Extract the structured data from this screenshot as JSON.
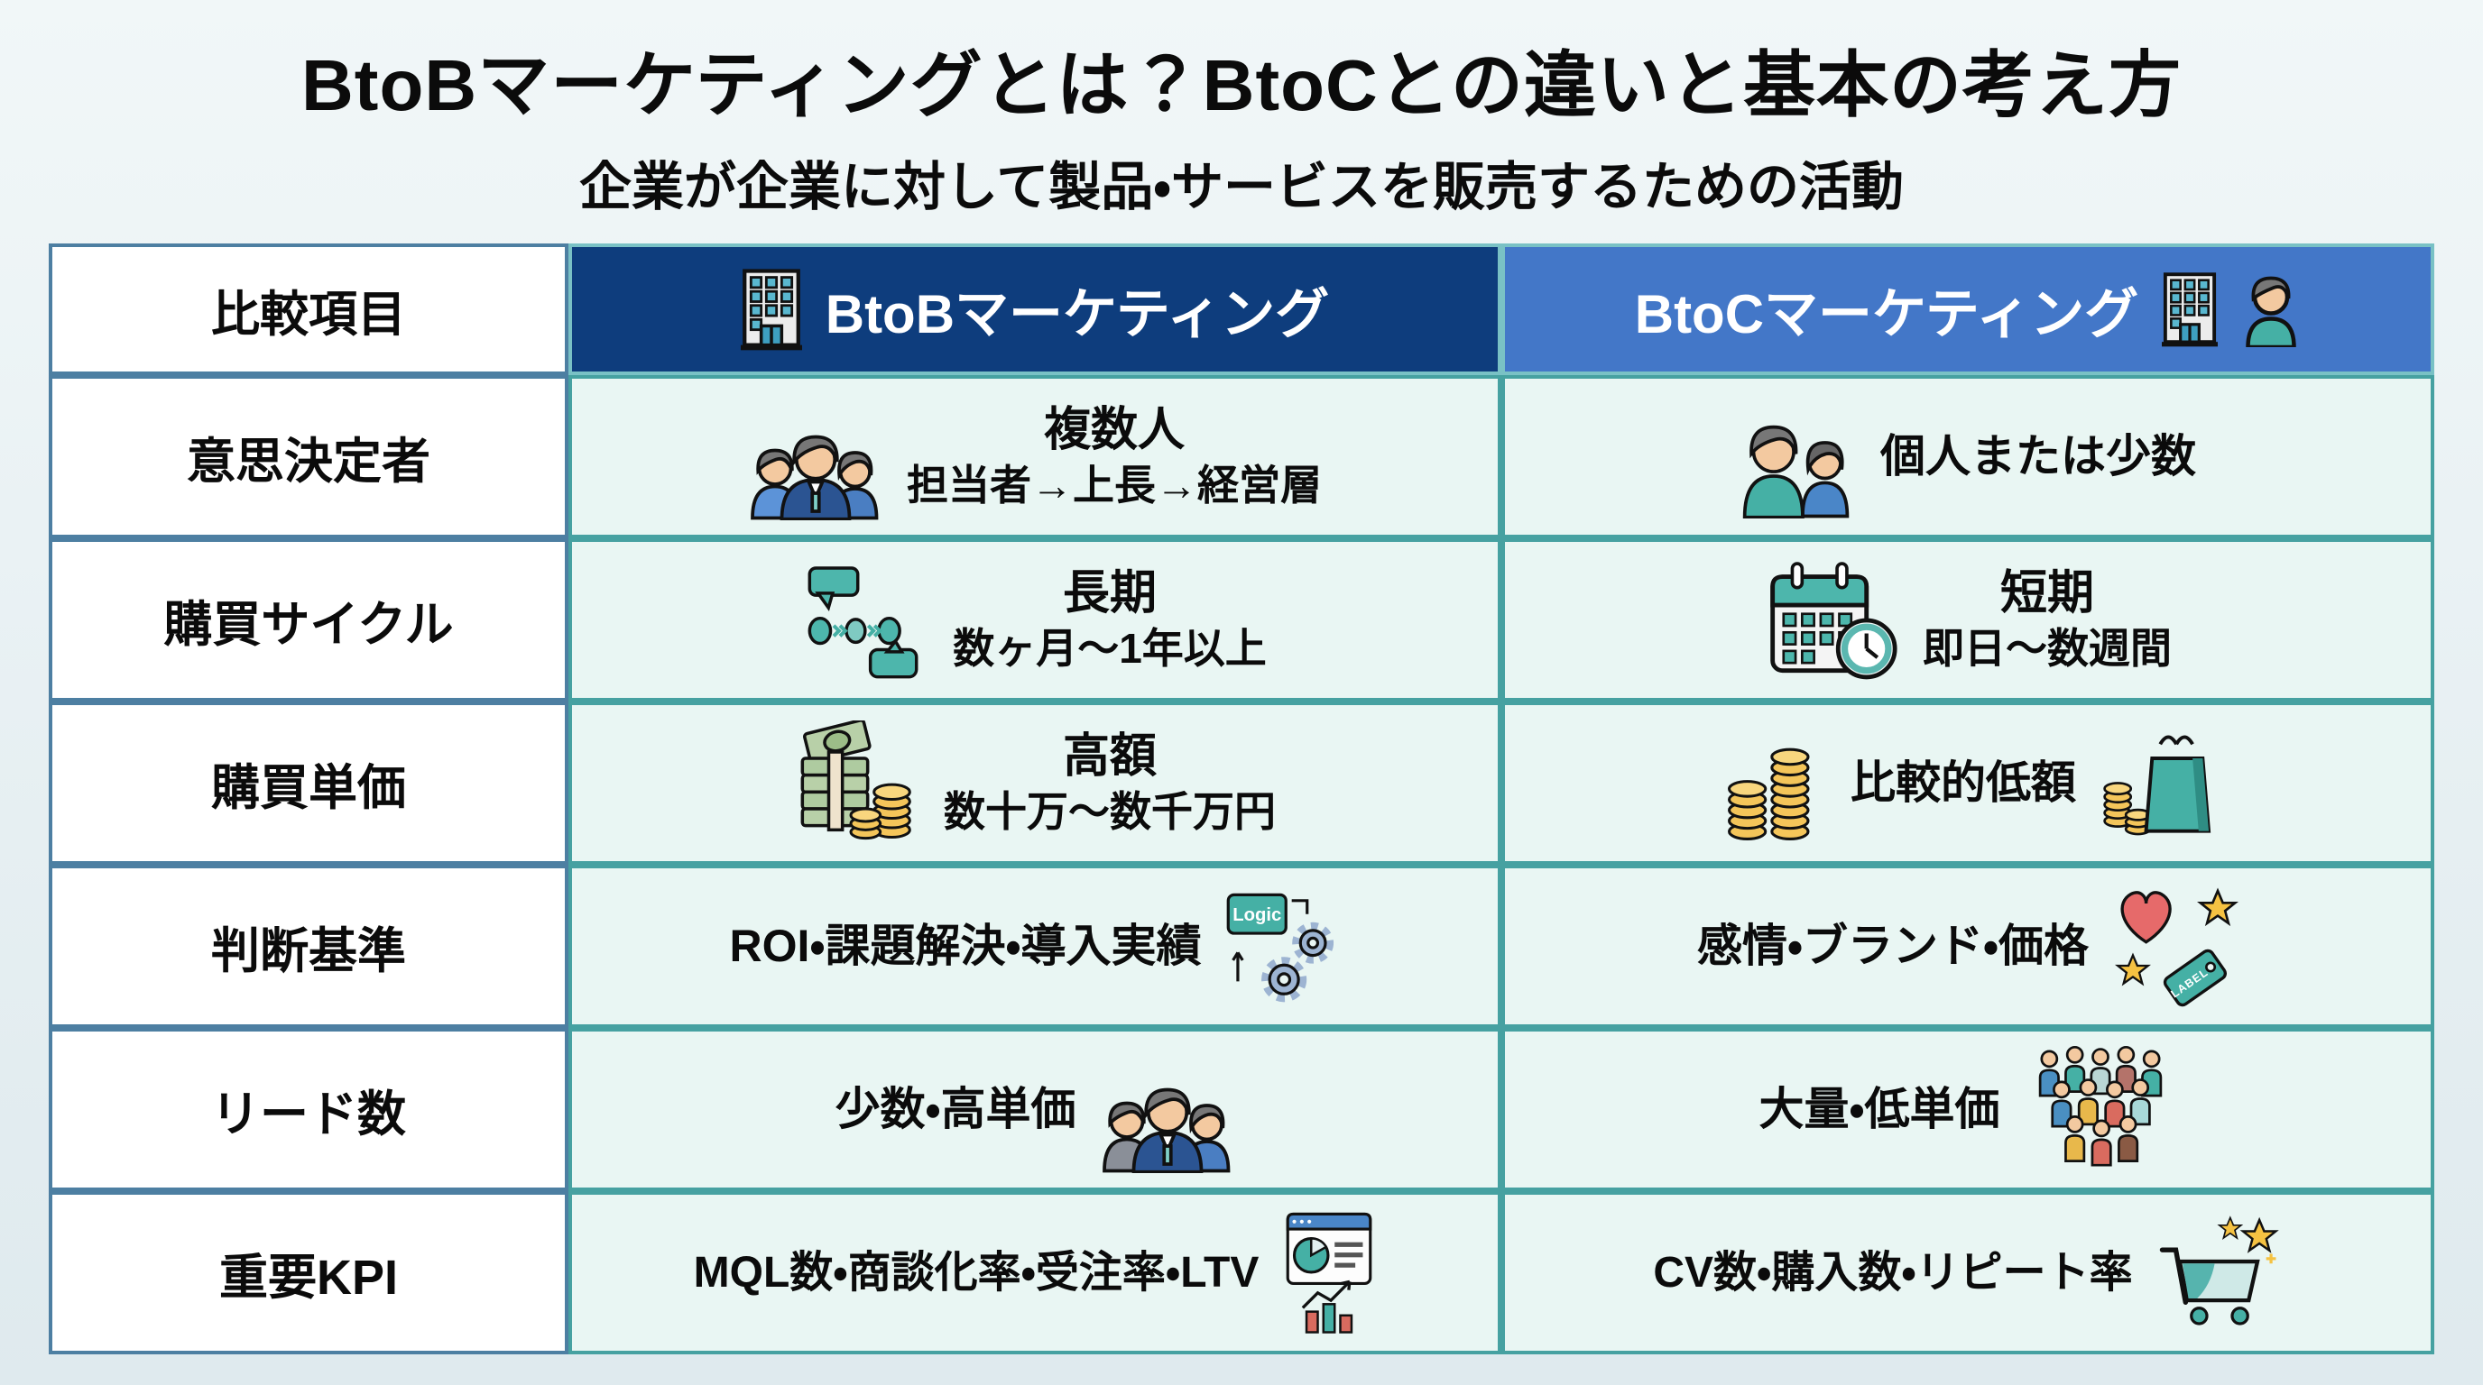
{
  "page": {
    "title": "BtoBマーケティングとは？BtoCとの違いと基本の考え方",
    "subtitle": "企業が企業に対して製品・サービスを販売するための活動"
  },
  "colors": {
    "btob_header_bg": "#0e3d7d",
    "btoc_header_bg": "#4377c8",
    "content_cell_bg": "#e9f6f3",
    "label_cell_bg": "#ffffff",
    "grid_teal": "#46a1a1",
    "grid_steel": "#4d7fa2",
    "accent_teal": "#45b0a5",
    "coin_gold": "#f4c55a"
  },
  "table": {
    "header": {
      "col1": "比較項目",
      "btob": "BtoBマーケティング",
      "btoc": "BtoCマーケティング",
      "btob_icon": "building-icon",
      "btoc_icons": "building-icon person-icon"
    },
    "rows": [
      {
        "label": "意思決定者",
        "btob": {
          "icon": "team-icon",
          "line1": "複数人",
          "line2": "担当者→上長→経営層"
        },
        "btoc": {
          "icon": "two-people-icon",
          "line1": "個人または少数"
        }
      },
      {
        "label": "購買サイクル",
        "btob": {
          "icon": "process-flow-icon",
          "line1": "長期",
          "line2": "数ヶ月〜1年以上"
        },
        "btoc": {
          "icon": "calendar-clock-icon",
          "line1": "短期",
          "line2": "即日〜数週間"
        }
      },
      {
        "label": "購買単価",
        "btob": {
          "icon": "money-stack-icon",
          "line1": "高額",
          "line2": "数十万〜数千万円"
        },
        "btoc": {
          "icon_left": "coin-stacks-icon",
          "line1": "比較的低額",
          "icon_right": "coins-shopping-bag-icon"
        }
      },
      {
        "label": "判断基準",
        "btob": {
          "line1": "ROI・課題解決・導入実績",
          "icon_right": "logic-gears-icon",
          "icon_text": "Logic"
        },
        "btoc": {
          "line1": "感情・ブランド・価格",
          "icon_right": "heart-stars-tag-icon",
          "tag_text": "LABEL"
        }
      },
      {
        "label": "リード数",
        "btob": {
          "line1": "少数・高単価",
          "icon_right": "business-team-icon"
        },
        "btoc": {
          "line1": "大量・低単価",
          "icon_right": "crowd-icon"
        }
      },
      {
        "label": "重要KPI",
        "btob": {
          "line1": "MQL数・商談化率・受注率・LTV",
          "icon_right": "analytics-chart-icon"
        },
        "btoc": {
          "line1": "CV数・購入数・リピート率",
          "icon_right": "cart-stars-icon"
        }
      }
    ]
  }
}
